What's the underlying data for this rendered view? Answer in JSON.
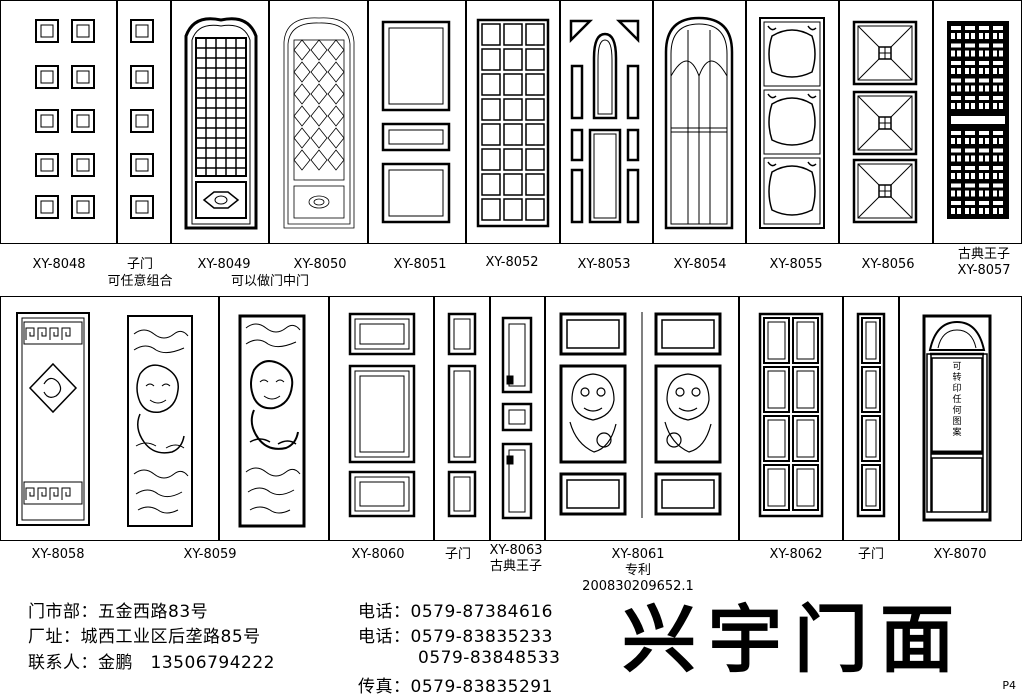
{
  "row1": [
    {
      "code": "XY-8048",
      "note": ""
    },
    {
      "code": "子门",
      "note": "可任意组合"
    },
    {
      "code": "XY-8049",
      "note": "可以做门中门"
    },
    {
      "code": "XY-8050",
      "note": ""
    },
    {
      "code": "XY-8051",
      "note": ""
    },
    {
      "code": "XY-8052",
      "note": ""
    },
    {
      "code": "XY-8053",
      "note": ""
    },
    {
      "code": "XY-8054",
      "note": ""
    },
    {
      "code": "XY-8055",
      "note": ""
    },
    {
      "code": "XY-8056",
      "note": ""
    },
    {
      "code": "XY-8057",
      "note": "古典王子"
    }
  ],
  "row2": [
    {
      "code": "XY-8058",
      "note": ""
    },
    {
      "code": "XY-8059",
      "note": ""
    },
    {
      "code": "XY-8060",
      "note": ""
    },
    {
      "code": "子门",
      "note": ""
    },
    {
      "code": "XY-8063",
      "note": "古典王子"
    },
    {
      "code": "XY-8061",
      "note": "专利",
      "patent": "200830209652.1"
    },
    {
      "code": "XY-8062",
      "note": ""
    },
    {
      "code": "子门",
      "note": ""
    },
    {
      "code": "XY-8070",
      "note": ""
    }
  ],
  "door8070_text": [
    "可",
    "转",
    "印",
    "任",
    "何",
    "图",
    "案"
  ],
  "contact": {
    "shop": "门市部：五金西路83号",
    "factory": "厂址：城西工业区后垄路85号",
    "person": "联系人：金鹏　13506794222",
    "tel1": "电话：0579-87384616",
    "tel2": "电话：0579-83835233",
    "tel3": "0579-83848533",
    "fax": "传真：0579-83835291"
  },
  "brand": "兴宇门面",
  "page": "P4"
}
